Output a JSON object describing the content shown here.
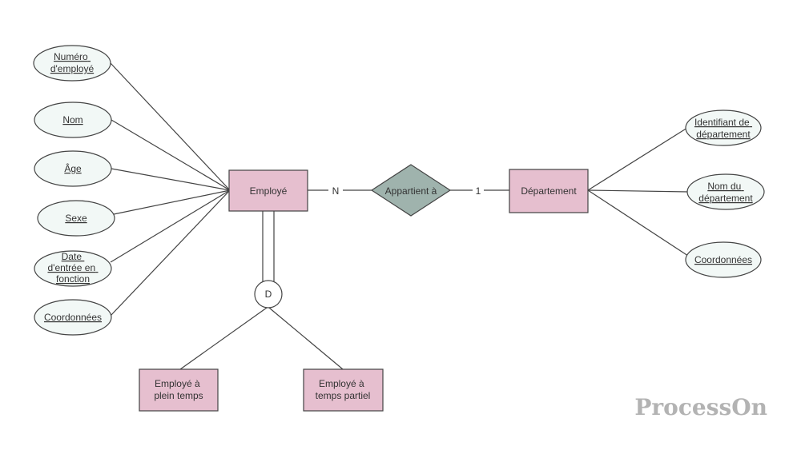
{
  "entities": {
    "employe": "Employé",
    "departement": "Département",
    "plein_temps": [
      "Employé à",
      "plein temps"
    ],
    "temps_partiel": [
      "Employé à",
      "temps partiel"
    ]
  },
  "relationship": {
    "label": "Appartient à",
    "card_employe": "N",
    "card_departement": "1"
  },
  "disjoint": "D",
  "employe_attributes": [
    [
      "Numéro",
      "d'employé"
    ],
    [
      "Nom"
    ],
    [
      "Âge"
    ],
    [
      "Sexe"
    ],
    [
      "Date",
      "d'entrée en",
      "fonction"
    ],
    [
      "Coordonnées"
    ]
  ],
  "departement_attributes": [
    [
      "Identifiant de",
      "département"
    ],
    [
      "Nom du",
      "département"
    ],
    [
      "Coordonnées"
    ]
  ],
  "watermark": "ProcessOn",
  "colors": {
    "entity_fill": "#e6bfcf",
    "relationship_fill": "#9fb3ad",
    "attribute_fill": "#f2f8f6",
    "stroke": "#444444",
    "watermark": "#b3b3b3"
  }
}
